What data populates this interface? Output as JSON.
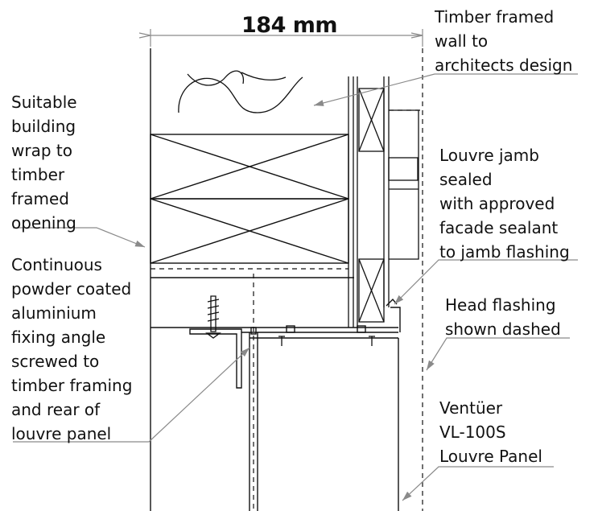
{
  "dimension": {
    "text": "184 mm"
  },
  "labels": {
    "timber_framed_wall": [
      "Timber framed",
      "wall to",
      "architects design"
    ],
    "building_wrap": [
      "Suitable",
      "building",
      "wrap to",
      "timber",
      "framed",
      "opening"
    ],
    "louvre_jamb": [
      "Louvre jamb",
      "sealed",
      "with approved",
      "facade sealant",
      "to jamb flashing"
    ],
    "fixing_angle": [
      "Continuous",
      "powder coated",
      "aluminium",
      "fixing angle",
      "screwed to",
      "timber framing",
      "and rear of",
      "louvre panel"
    ],
    "head_flashing": [
      "Head flashing",
      "shown dashed"
    ],
    "louvre_panel": [
      "Ventüer",
      "VL-100S",
      "Louvre Panel"
    ]
  },
  "colors": {
    "line": "#111111",
    "leader": "#8a8a8a"
  }
}
